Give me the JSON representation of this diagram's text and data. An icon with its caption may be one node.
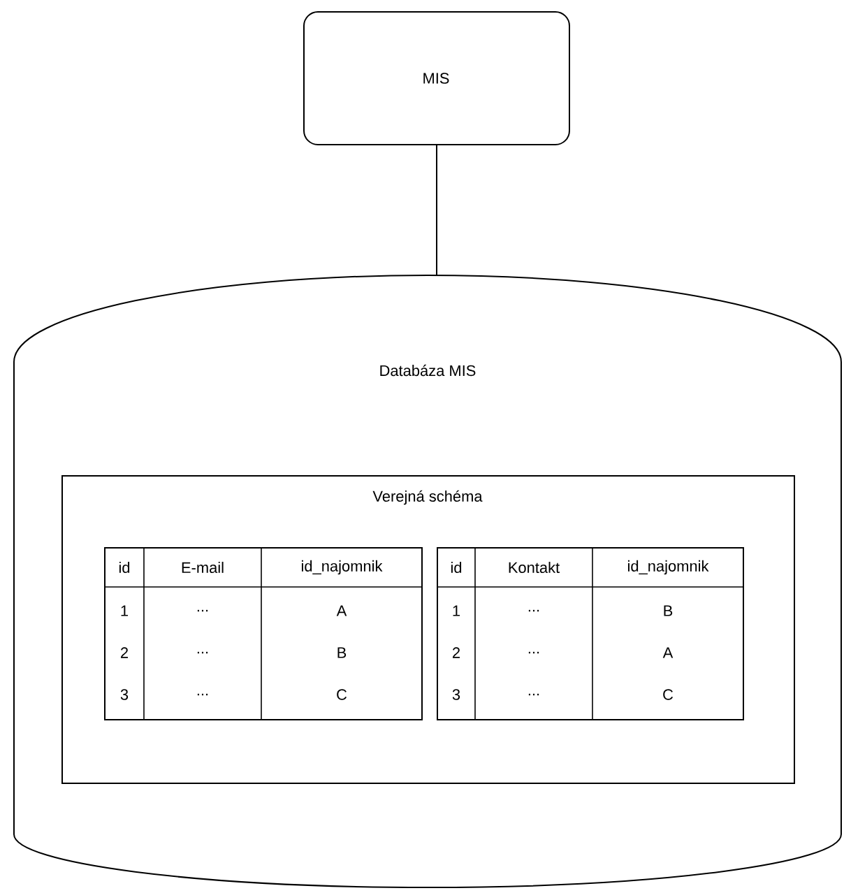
{
  "diagram": {
    "nodes": [
      {
        "text": [
          "MIS"
        ]
      },
      {
        "text": [
          "Databáza MIS"
        ]
      },
      {
        "text": [
          "Verejná schéma"
        ],
        "in": 1
      }
    ],
    "edges": [
      {
        "from": 0,
        "to": 1,
        "arrow": "none"
      }
    ],
    "labels": [
      "id",
      "E-mail",
      "id_najomnik",
      "1",
      "...",
      "A",
      "2",
      "...",
      "B",
      "3",
      "...",
      "C",
      "id",
      "Kontakt",
      "id_najomnik",
      "1",
      "...",
      "B",
      "2",
      "...",
      "A",
      "3",
      "...",
      "C"
    ]
  }
}
